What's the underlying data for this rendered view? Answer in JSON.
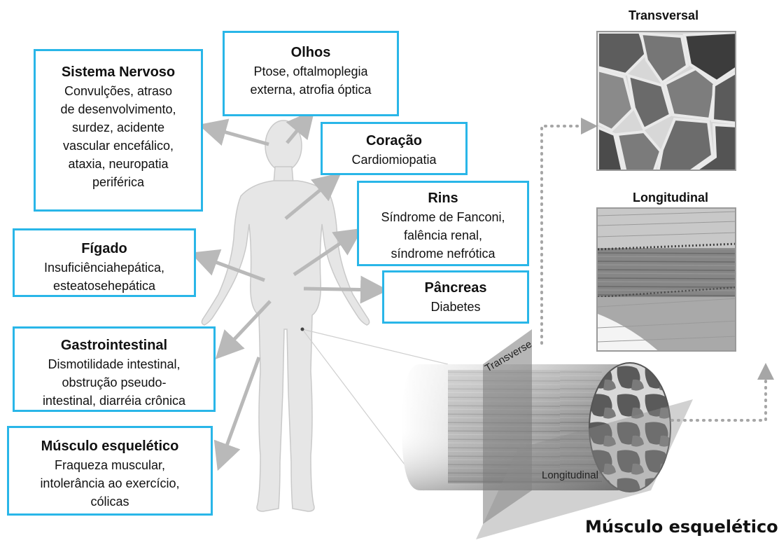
{
  "organs": [
    {
      "title": "Sistema Nervoso",
      "description": "Convulções, atraso\nde desenvolvimento,\nsurdez, acidente\nvascular encefálico,\nataxia, neuropatia\nperiférica"
    },
    {
      "title": "Olhos",
      "description": "Ptose, oftalmoplegia\nexterna, atrofia óptica"
    },
    {
      "title": "Coração",
      "description": "Cardiomiopatia"
    },
    {
      "title": "Rins",
      "description": "Síndrome de Fanconi,\nfalência renal,\nsíndrome nefrótica"
    },
    {
      "title": "Fígado",
      "description": "Insuficiênciahepática,\nesteatosehepática"
    },
    {
      "title": "Pâncreas",
      "description": "Diabetes"
    },
    {
      "title": "Gastrointestinal",
      "description": "Dismotilidade intestinal,\nobstrução pseudo-\nintestinal, diarréia crônica"
    },
    {
      "title": "Músculo esquelético",
      "description": "Fraqueza muscular,\nintolerância ao exercício,\ncólicas"
    }
  ],
  "micrographs": {
    "transversal_label": "Transversal",
    "longitudinal_label": "Longitudinal"
  },
  "muscle_diagram": {
    "transverse_plane_label": "Transverse",
    "longitudinal_plane_label": "Longitudinal",
    "caption": "Músculo esquelético"
  },
  "colors": {
    "box_border": "#29b6e8",
    "arrow": "#b9b9b9",
    "dotted_arrow": "#a6a6a6",
    "body": "#e6e6e6"
  }
}
